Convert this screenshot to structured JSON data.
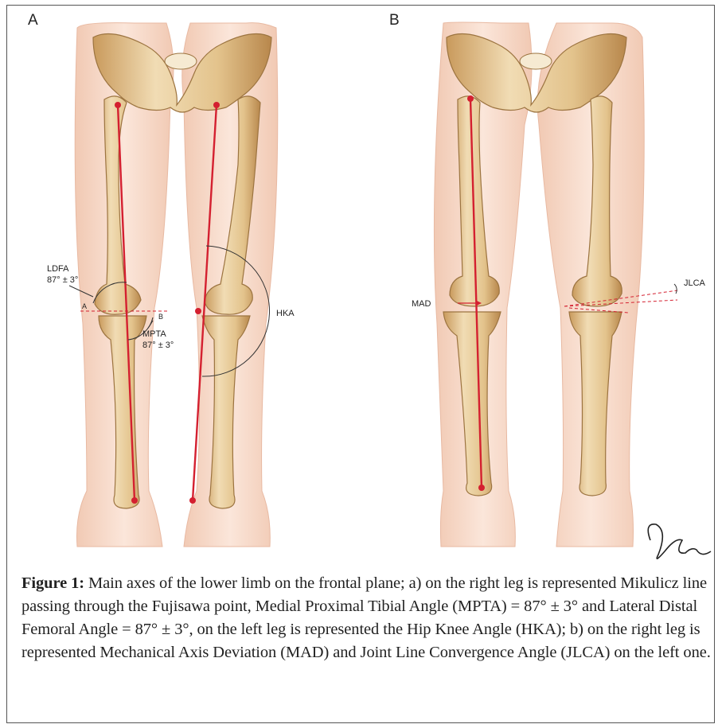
{
  "panels": {
    "a": {
      "label": "A",
      "ldfa_label": "LDFA",
      "ldfa_value": "87° ± 3°",
      "mpta_label": "MPTA",
      "mpta_value": "87° ± 3°",
      "hka_label": "HKA",
      "line_a": "A",
      "line_b": "B"
    },
    "b": {
      "label": "B",
      "mad_label": "MAD",
      "jlca_label": "JLCA"
    }
  },
  "caption": {
    "lead": "Figure 1:",
    "text": " Main axes of the lower limb on the frontal plane; a) on the right leg is represented Mikulicz line passing through the Fujisawa point, Medial Proximal Tibial Angle (MPTA) = 87° ± 3° and Lateral Distal Femoral Angle = 87° ± 3°, on the left leg is represented the Hip Knee Angle (HKA); b) on the right leg is represented Mechanical Axis Deviation (MAD) and Joint Line Convergence Angle (JLCA) on the left one."
  },
  "colors": {
    "skin": "#f7d9c8",
    "skin_edge": "#e8b9a2",
    "bone": "#e5c48f",
    "bone_edge": "#9c7440",
    "axis_red": "#d42030",
    "annotation": "#333333"
  }
}
